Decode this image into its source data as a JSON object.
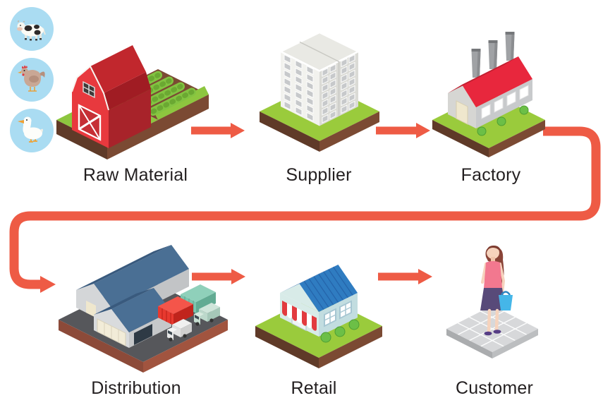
{
  "diagram": {
    "type": "supply-chain-flow",
    "background": "#ffffff"
  },
  "nodes": [
    {
      "id": "raw-material",
      "label": "Raw Material",
      "icon": "farm-barn-crops-icon"
    },
    {
      "id": "supplier",
      "label": "Supplier",
      "icon": "office-building-icon"
    },
    {
      "id": "factory",
      "label": "Factory",
      "icon": "factory-chimneys-icon"
    },
    {
      "id": "distribution",
      "label": "Distribution",
      "icon": "warehouse-trucks-containers-icon"
    },
    {
      "id": "retail",
      "label": "Retail",
      "icon": "storefront-awning-icon"
    },
    {
      "id": "customer",
      "label": "Customer",
      "icon": "woman-shopping-bag-icon"
    }
  ],
  "raw_material_sources": [
    {
      "name": "cow-icon",
      "animal": "cow"
    },
    {
      "name": "chicken-icon",
      "animal": "chicken"
    },
    {
      "name": "duck-icon",
      "animal": "duck"
    }
  ],
  "connections": [
    {
      "from": "raw-material",
      "to": "supplier",
      "style": "straight-arrow"
    },
    {
      "from": "supplier",
      "to": "factory",
      "style": "straight-arrow"
    },
    {
      "from": "factory",
      "to": "distribution",
      "style": "wrap-around-arrow"
    },
    {
      "from": "distribution",
      "to": "retail",
      "style": "straight-arrow"
    },
    {
      "from": "retail",
      "to": "customer",
      "style": "straight-arrow"
    }
  ],
  "colors": {
    "arrow": "#ee5b45",
    "animal_circle_bg": "#aadcf2",
    "grass_green": "#9acb3c",
    "soil_brown": "#7b4a33",
    "barn_red": "#e8393e",
    "factory_roof_red": "#e8273d",
    "warehouse_roof_blue": "#4a6f94",
    "retail_roof_blue": "#2f7cc1",
    "label_text": "#231f20"
  }
}
